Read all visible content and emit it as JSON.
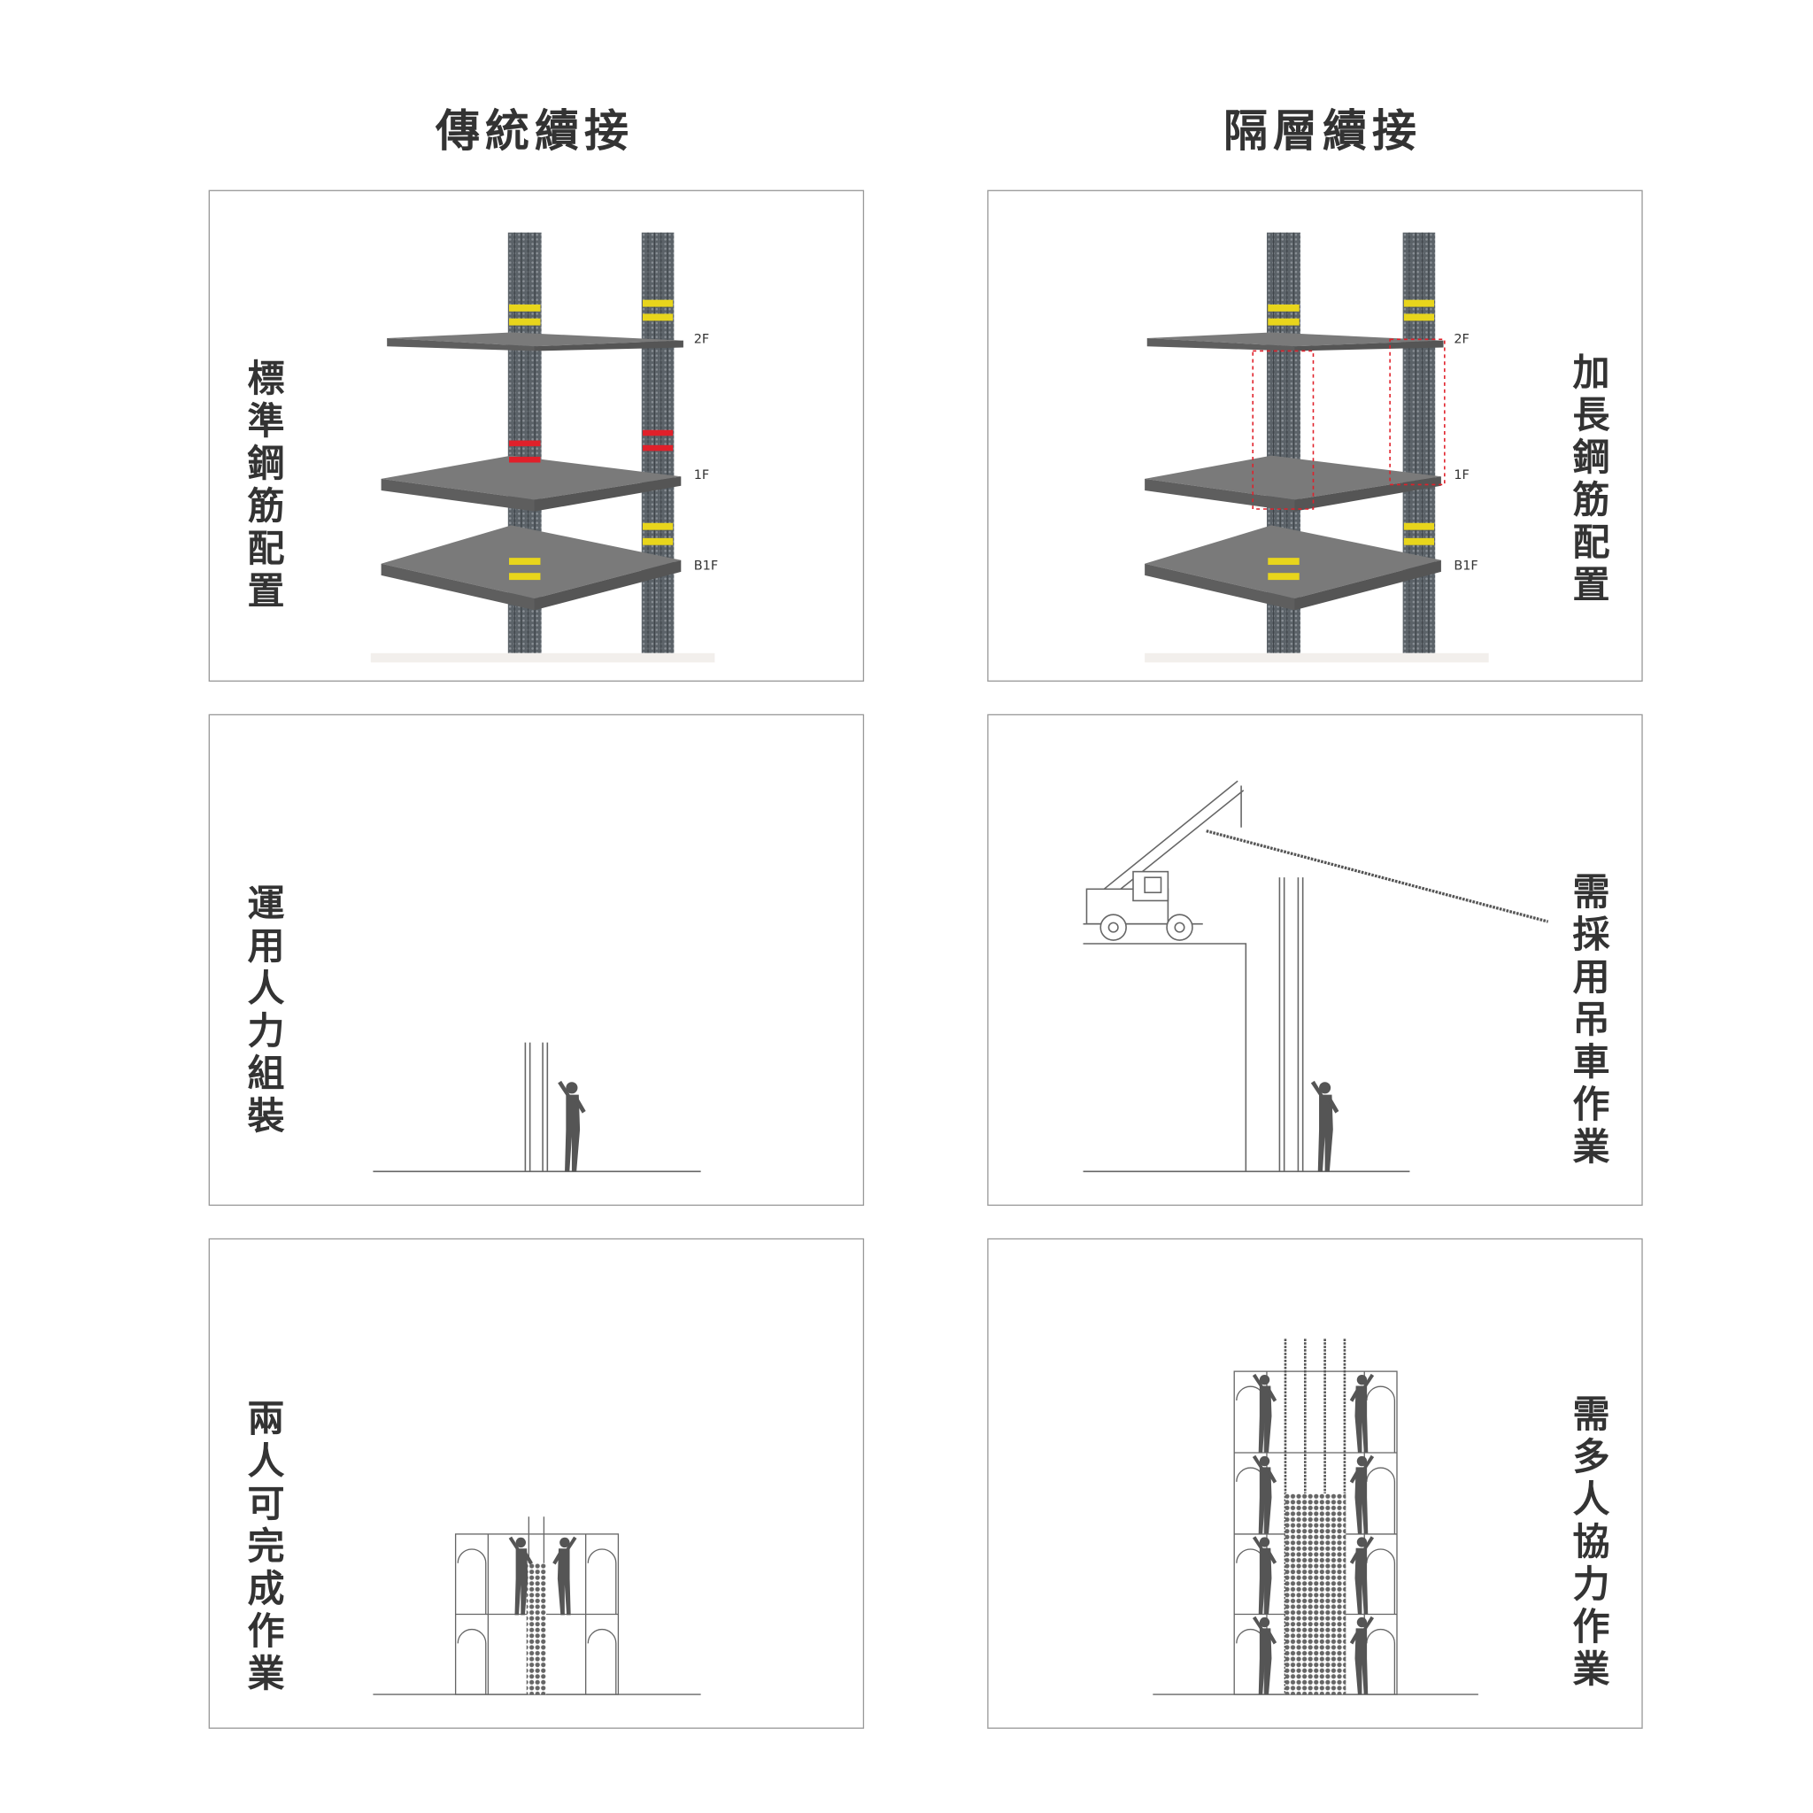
{
  "columns": {
    "left_title": "傳統續接",
    "right_title": "隔層續接"
  },
  "rows": [
    {
      "left_label": "標準鋼筋配置",
      "right_label": "加長鋼筋配置"
    },
    {
      "left_label": "運用人力組裝",
      "right_label": "需採用吊車作業"
    },
    {
      "left_label": "兩人可完成作業",
      "right_label": "需多人協力作業"
    }
  ],
  "floor_labels": {
    "f2": "2F",
    "f1": "1F",
    "b1": "B1F"
  },
  "colors": {
    "splice_yellow": "#e8d51c",
    "splice_red": "#e0202a",
    "concrete": "#6e6e6e",
    "rebar": "#5b6268"
  }
}
